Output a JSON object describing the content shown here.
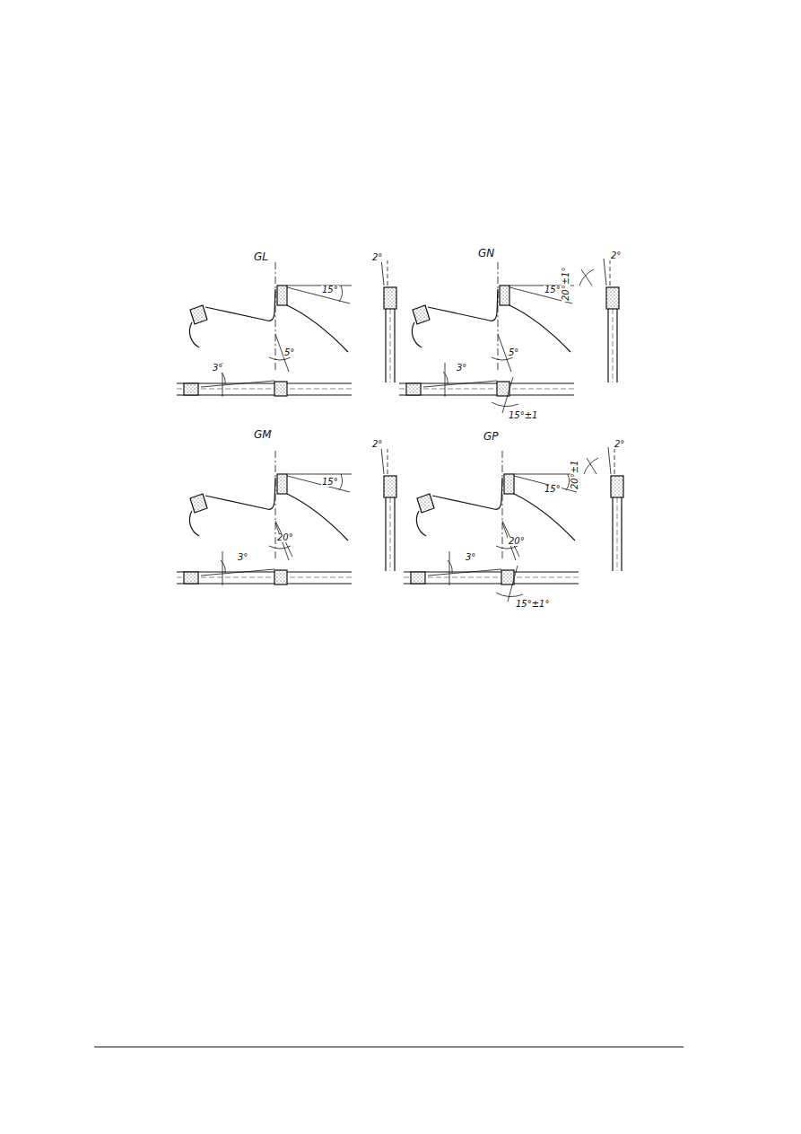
{
  "diagram": {
    "labels": [
      "GL",
      "2°",
      "15°",
      "5°",
      "3°",
      "GN",
      "2°",
      "20°±1°",
      "15°",
      "5°",
      "3°",
      "15°±1",
      "GM",
      "2°",
      "15°",
      "20°",
      "3°",
      "GP",
      "2°",
      "20°±1",
      "15°",
      "20°",
      "3°",
      "15°±1°"
    ]
  }
}
